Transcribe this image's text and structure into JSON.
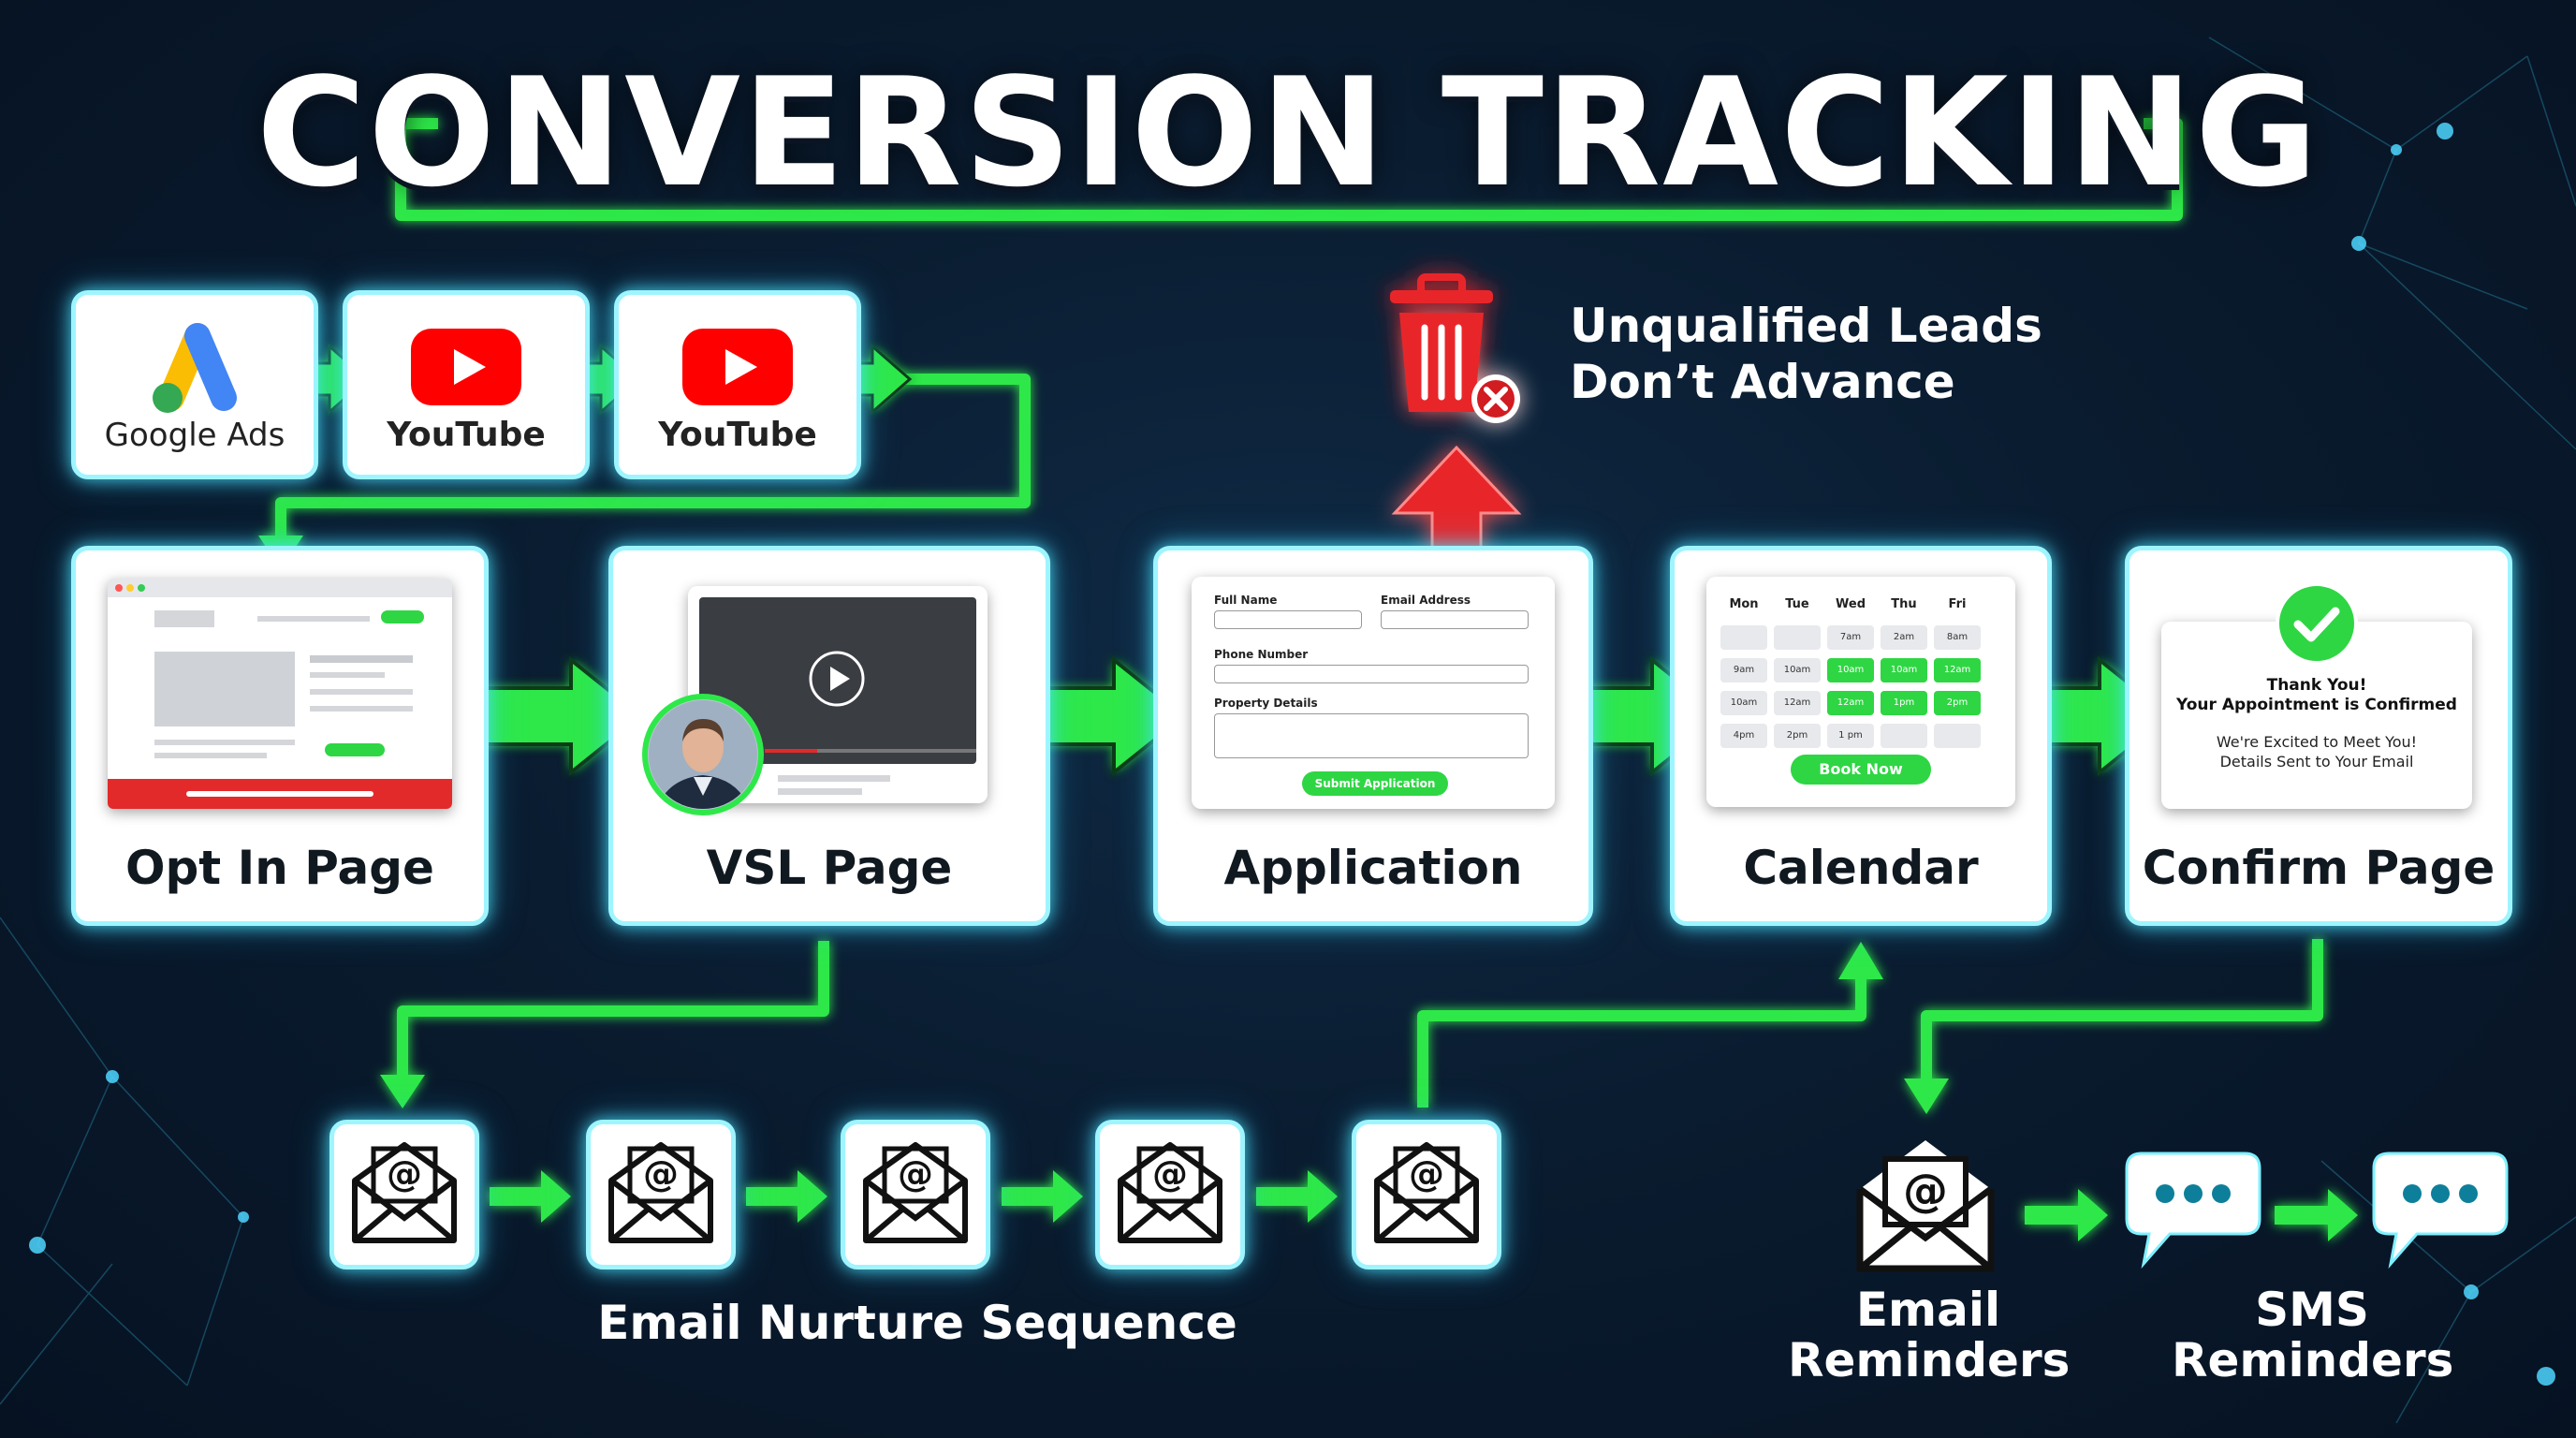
{
  "title": "CONVERSION TRACKING",
  "sources": [
    {
      "label": "Google Ads",
      "icon": "google-ads-icon"
    },
    {
      "label": "YouTube",
      "icon": "youtube-icon"
    },
    {
      "label": "YouTube",
      "icon": "youtube-icon"
    }
  ],
  "unqualified": {
    "line1": "Unqualified Leads",
    "line2": "Don’t Advance",
    "icon": "trash-icon"
  },
  "steps": {
    "opt_in": "Opt In Page",
    "vsl": "VSL Page",
    "application": "Application",
    "calendar": "Calendar",
    "confirm": "Confirm Page"
  },
  "application_form": {
    "full_name": "Full Name",
    "email": "Email Address",
    "phone": "Phone Number",
    "property": "Property Details",
    "submit": "Submit Application"
  },
  "calendar_mock": {
    "days": [
      "Mon",
      "Tue",
      "Wed",
      "Thu",
      "Fri"
    ],
    "rows": [
      [
        {
          "t": "",
          "on": false
        },
        {
          "t": "",
          "on": false
        },
        {
          "t": "7am",
          "on": false
        },
        {
          "t": "2am",
          "on": false
        },
        {
          "t": "8am",
          "on": false
        }
      ],
      [
        {
          "t": "9am",
          "on": false
        },
        {
          "t": "10am",
          "on": false
        },
        {
          "t": "10am",
          "on": true
        },
        {
          "t": "10am",
          "on": true
        },
        {
          "t": "12am",
          "on": true
        }
      ],
      [
        {
          "t": "10am",
          "on": false
        },
        {
          "t": "12am",
          "on": false
        },
        {
          "t": "12am",
          "on": true
        },
        {
          "t": "1pm",
          "on": true
        },
        {
          "t": "2pm",
          "on": true
        }
      ],
      [
        {
          "t": "4pm",
          "on": false
        },
        {
          "t": "2pm",
          "on": false
        },
        {
          "t": "1 pm",
          "on": false
        },
        {
          "t": "",
          "on": false
        },
        {
          "t": "",
          "on": false
        }
      ]
    ],
    "book": "Book Now"
  },
  "confirm_mock": {
    "line1": "Thank You!",
    "line2": "Your Appointment is Confirmed",
    "line3": "We're Excited to Meet You!",
    "line4": "Details Sent to Your Email"
  },
  "email_nurture": "Email Nurture Sequence",
  "email_reminders": {
    "line1": "Email",
    "line2": "Reminders"
  },
  "sms_reminders": {
    "line1": "SMS",
    "line2": "Reminders"
  },
  "colors": {
    "accent": "#2ee84a",
    "glow": "#5fe8ff",
    "danger": "#e8262b",
    "background": "#0a1c30"
  }
}
